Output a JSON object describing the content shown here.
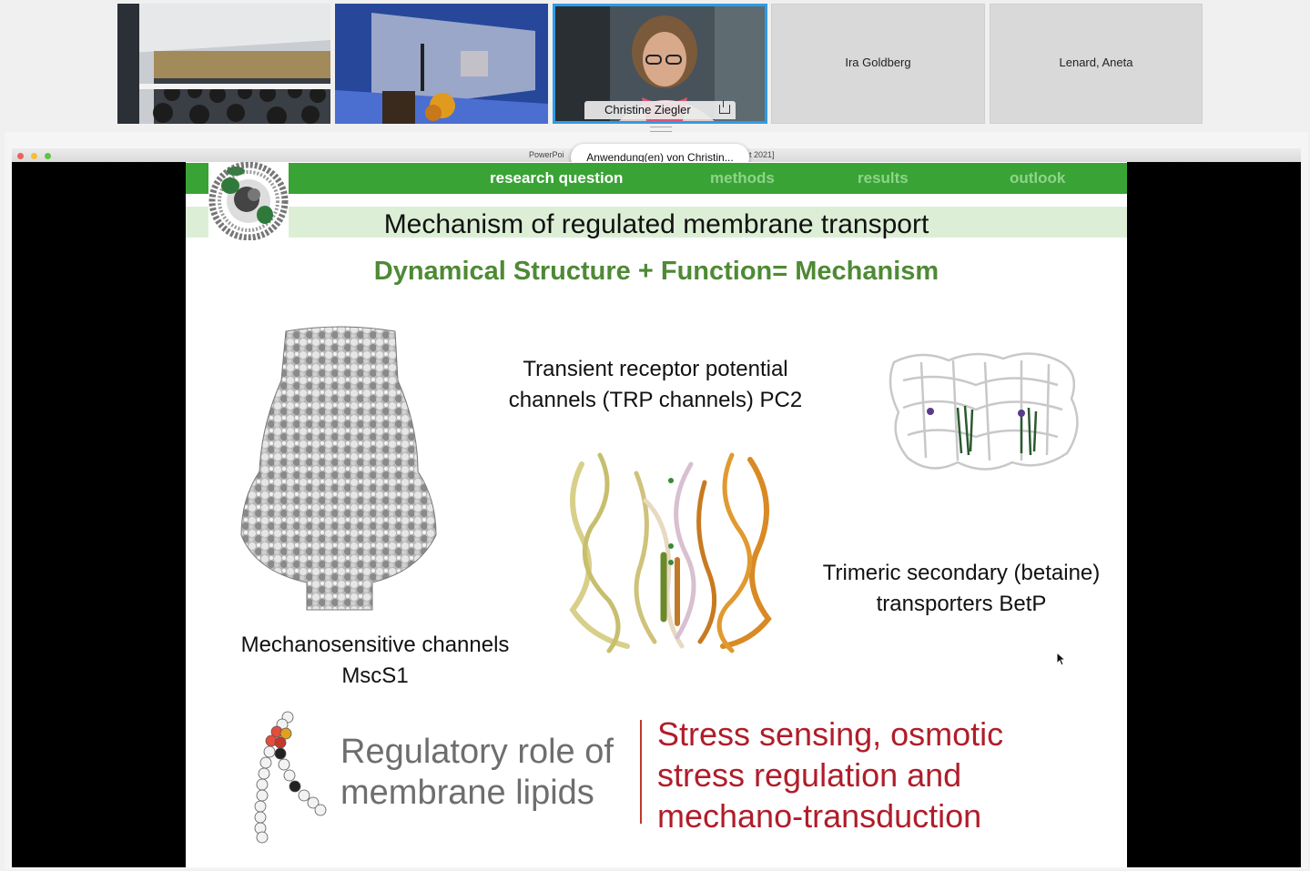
{
  "participants": [
    {
      "type": "video",
      "scene": "audience-room"
    },
    {
      "type": "video",
      "scene": "lecture-podium"
    },
    {
      "type": "video",
      "name": "Christine Ziegler",
      "active": true
    },
    {
      "type": "name",
      "name": "Ira Goldberg"
    },
    {
      "type": "name",
      "name": "Lenard, Aneta"
    }
  ],
  "share_window": {
    "app_title_left": "PowerPoi",
    "app_title_right": "t 2021]",
    "share_indicator": "Anwendung(en) von Christin..."
  },
  "slide": {
    "nav": [
      "research question",
      "methods",
      "results",
      "outlook"
    ],
    "nav_current": "research question",
    "title": "Mechanism of regulated membrane transport",
    "subtitle": "Dynamical Structure + Function= Mechanism",
    "trp_caption_line1": "Transient receptor potential",
    "trp_caption_line2": "channels (TRP channels) PC2",
    "betp_caption_line1": "Trimeric secondary (betaine)",
    "betp_caption_line2": "transporters BetP",
    "mscs_caption_line1": "Mechanosensitive channels",
    "mscs_caption_line2": "MscS1",
    "lipid_line1": "Regulatory role of",
    "lipid_line2": "membrane lipids",
    "stress_line1": "Stress sensing, osmotic",
    "stress_line2": "stress regulation and",
    "stress_line3": "mechano-transduction"
  },
  "colors": {
    "nav_green": "#3aa336",
    "title_band": "#dcefd6",
    "subtitle_green": "#4e8a34",
    "stress_red": "#b01d2a",
    "active_border": "#2f9be6"
  }
}
